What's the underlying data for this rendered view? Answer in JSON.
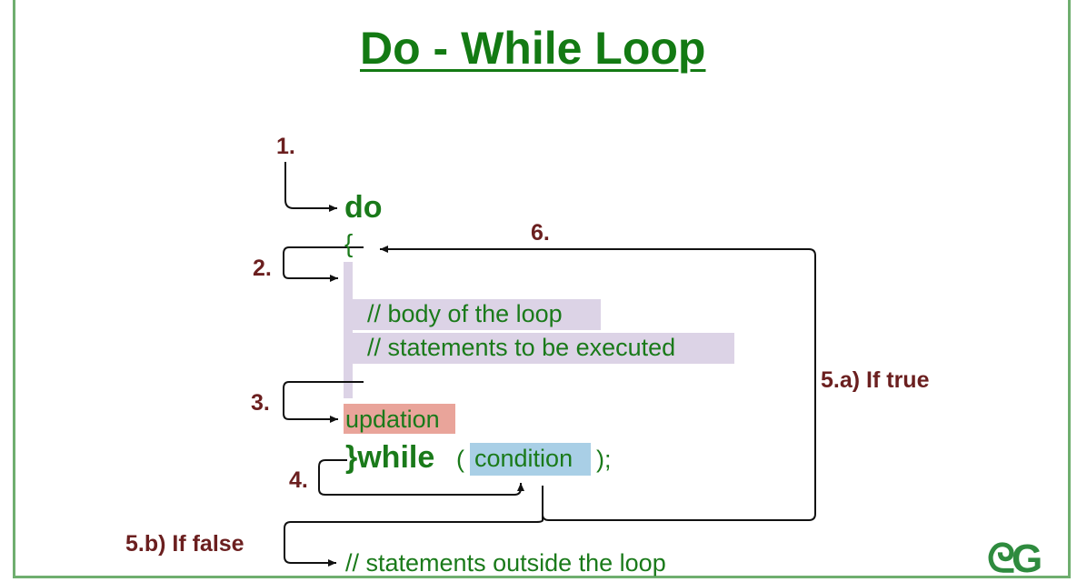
{
  "title": "Do - While Loop",
  "code": {
    "do": "do",
    "open_brace": "{",
    "comment_body": "// body of the loop",
    "comment_statements": "// statements to be executed",
    "updation": "updation",
    "close_while": "}while",
    "paren_open": "(",
    "condition": "condition",
    "paren_close": ");",
    "outside": "// statements outside the loop"
  },
  "steps": {
    "s1": "1.",
    "s2": "2.",
    "s3": "3.",
    "s4": "4.",
    "s5a": "5.a) If true",
    "s5b": "5.b) If false",
    "s6": "6."
  },
  "logo": "GfG",
  "colors": {
    "code_green": "#1a7a1a",
    "step_maroon": "#6b1f1f",
    "highlight_body": "#dcd3e6",
    "highlight_updation": "#e9a49a",
    "highlight_condition": "#a9cfe6"
  }
}
